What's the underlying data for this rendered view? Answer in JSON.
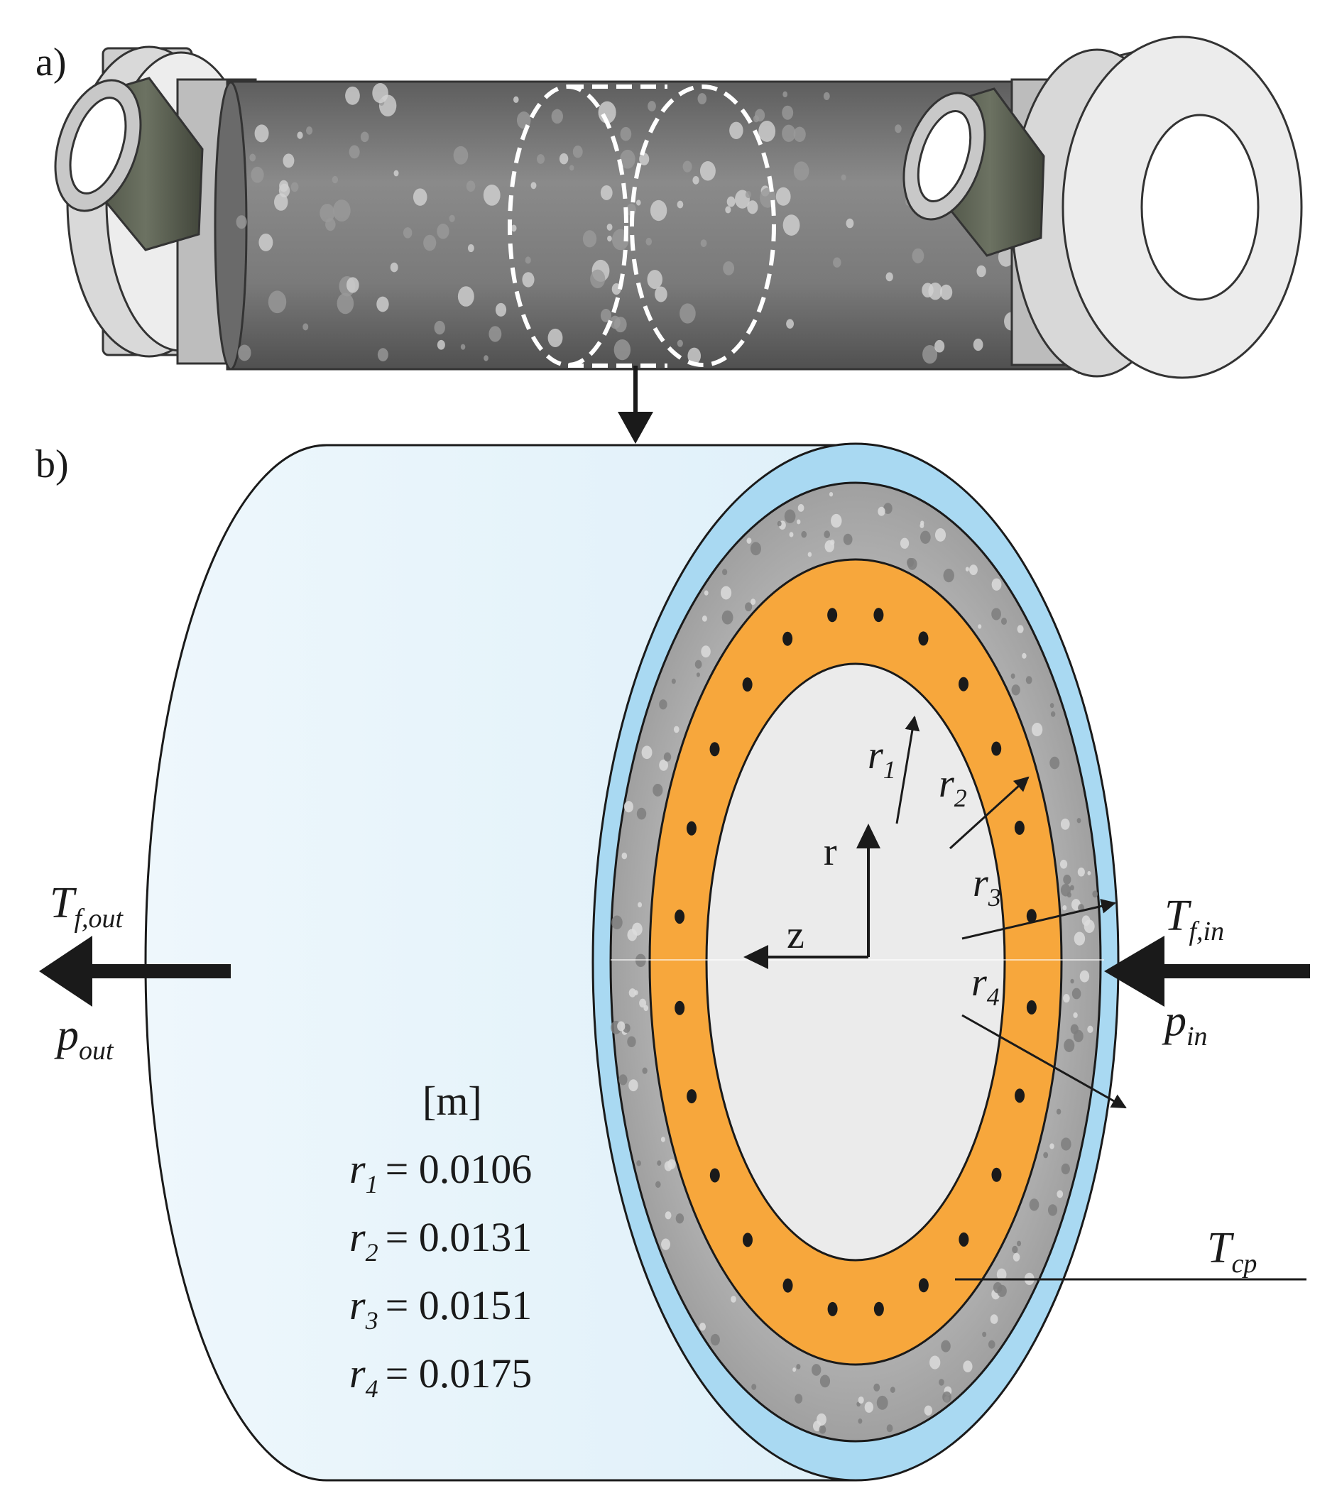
{
  "panels": {
    "a": {
      "label": "a)"
    },
    "b": {
      "label": "b)"
    }
  },
  "labels": {
    "T_f_out": {
      "main": "T",
      "sub": "f,out"
    },
    "p_out": {
      "main": "p",
      "sub": "out"
    },
    "T_f_in": {
      "main": "T",
      "sub": "f,in"
    },
    "p_in": {
      "main": "p",
      "sub": "in"
    },
    "T_cp": {
      "main": "T",
      "sub": "cp"
    },
    "r_axis": "r",
    "z_axis": "z",
    "r1": {
      "main": "r",
      "sub": "1"
    },
    "r2": {
      "main": "r",
      "sub": "2"
    },
    "r3": {
      "main": "r",
      "sub": "3"
    },
    "r4": {
      "main": "r",
      "sub": "4"
    }
  },
  "unit": "[m]",
  "radii": [
    {
      "sym": "r",
      "sub": "1",
      "eq": "= 0.0106"
    },
    {
      "sym": "r",
      "sub": "2",
      "eq": "= 0.0131"
    },
    {
      "sym": "r",
      "sub": "3",
      "eq": "= 0.0151"
    },
    {
      "sym": "r",
      "sub": "4",
      "eq": "= 0.0175"
    }
  ],
  "colors": {
    "jacket": "#a9d9f2",
    "outer_shell": "#e6f3fb",
    "wall": "#a8a8a8",
    "channel": "#f7a73c",
    "bore": "#ebebeb",
    "pipe": "#7c7c7c",
    "flange": "#dcdcdc",
    "nozzle": "#5c6152",
    "ink": "#1a1a1a"
  }
}
